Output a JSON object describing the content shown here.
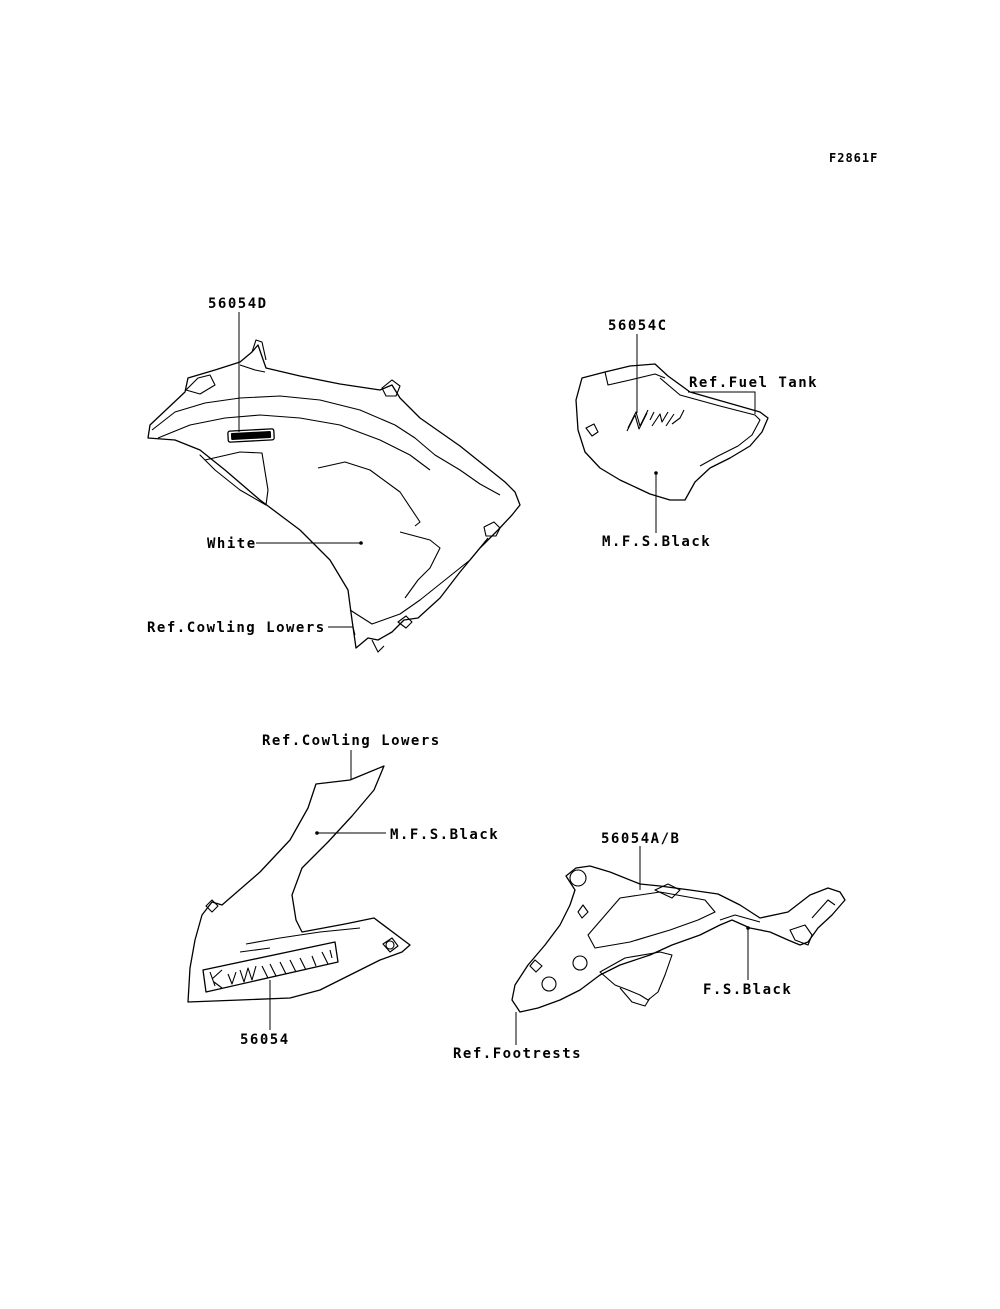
{
  "figure_code": "F2861F",
  "labels": {
    "part_56054d": "56054D",
    "part_56054c": "56054C",
    "ref_fuel_tank": "Ref.Fuel Tank",
    "white": "White",
    "mfs_black_top": "M.F.S.Black",
    "ref_cowling_lowers_top": "Ref.Cowling Lowers",
    "ref_cowling_lowers_bottom": "Ref.Cowling Lowers",
    "mfs_black_bottom": "M.F.S.Black",
    "part_56054ab": "56054A/B",
    "fs_black": "F.S.Black",
    "part_56054": "56054",
    "ref_footrests": "Ref.Footrests"
  },
  "emblems": {
    "ninja": "Ninja",
    "kawasaki": "Kawasaki"
  },
  "colors": {
    "line": "#000000",
    "background": "#ffffff"
  }
}
